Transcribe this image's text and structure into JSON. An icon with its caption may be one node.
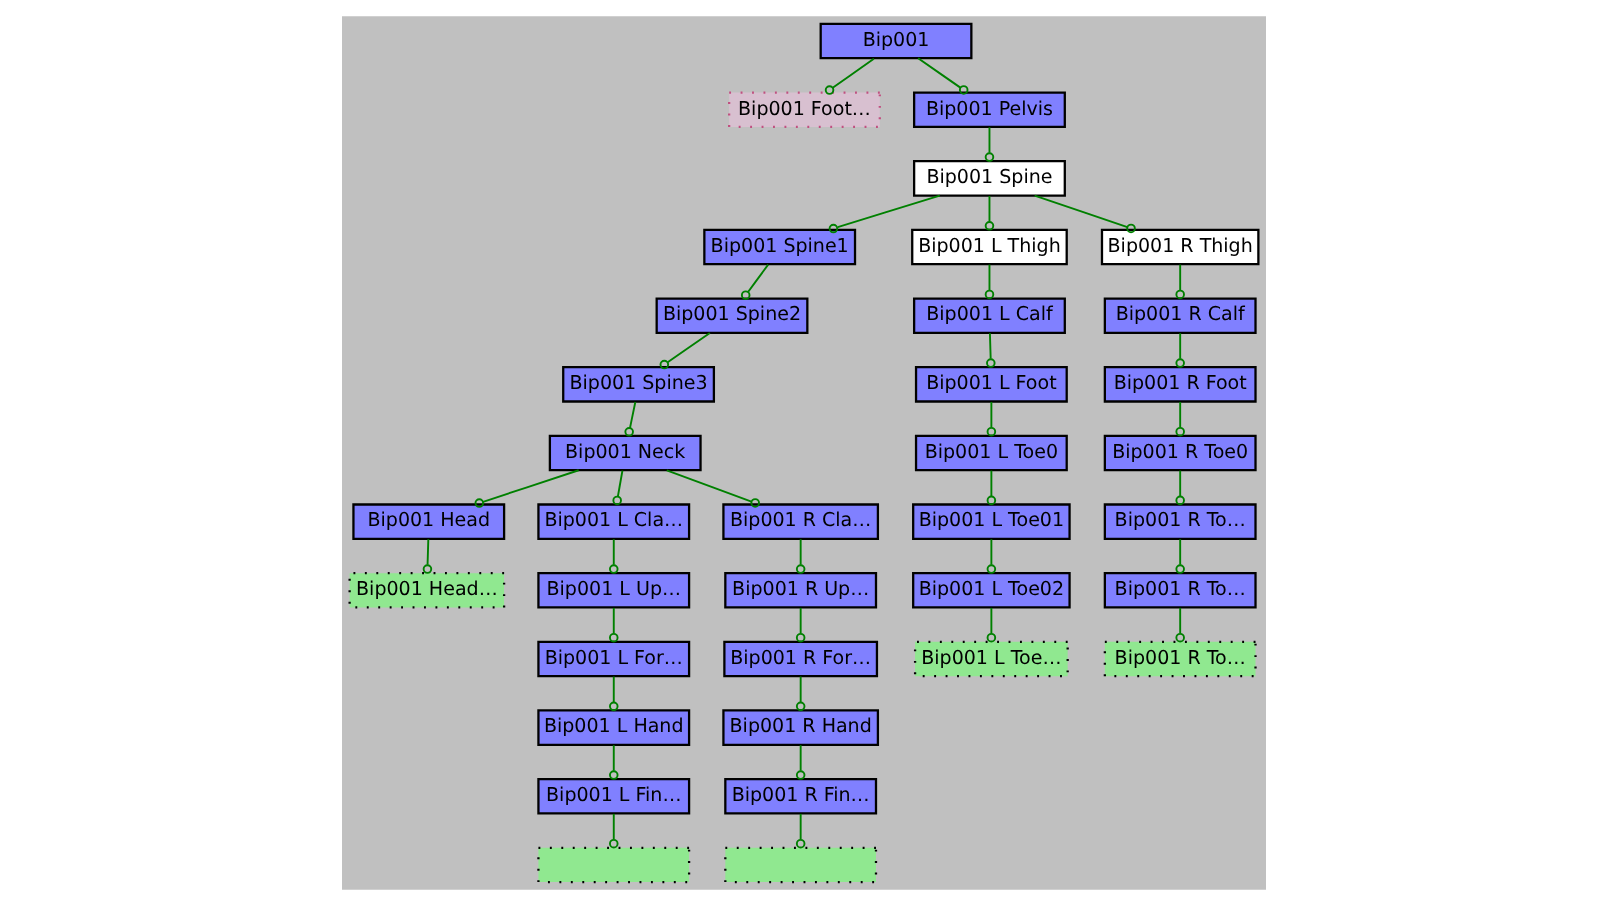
{
  "diagram": {
    "nodes": [
      {
        "text": [
          "Bip001"
        ]
      },
      {
        "text": [
          "Bip001 Foot…"
        ]
      },
      {
        "text": [
          "Bip001 Pelvis"
        ]
      },
      {
        "text": [
          "Bip001 Spine"
        ]
      },
      {
        "text": [
          "Bip001 Spine1"
        ]
      },
      {
        "text": [
          "Bip001 L Thigh"
        ]
      },
      {
        "text": [
          "Bip001 R Thigh"
        ]
      },
      {
        "text": [
          "Bip001 Spine2"
        ]
      },
      {
        "text": [
          "Bip001 L Calf"
        ]
      },
      {
        "text": [
          "Bip001 R Calf"
        ]
      },
      {
        "text": [
          "Bip001 Spine3"
        ]
      },
      {
        "text": [
          "Bip001 L Foot"
        ]
      },
      {
        "text": [
          "Bip001 R Foot"
        ]
      },
      {
        "text": [
          "Bip001 Neck"
        ]
      },
      {
        "text": [
          "Bip001 L Toe0"
        ]
      },
      {
        "text": [
          "Bip001 R Toe0"
        ]
      },
      {
        "text": [
          "Bip001 Head"
        ]
      },
      {
        "text": [
          "Bip001 L Cla…"
        ]
      },
      {
        "text": [
          "Bip001 R Cla…"
        ]
      },
      {
        "text": [
          "Bip001 L Toe01"
        ]
      },
      {
        "text": [
          "Bip001 R To…"
        ]
      },
      {
        "text": [
          "Bip001 Head…"
        ]
      },
      {
        "text": [
          "Bip001 L Up…"
        ]
      },
      {
        "text": [
          "Bip001 R Up…"
        ]
      },
      {
        "text": [
          "Bip001 L Toe02"
        ]
      },
      {
        "text": [
          "Bip001 R To…"
        ]
      },
      {
        "text": [
          "Bip001 L For…"
        ]
      },
      {
        "text": [
          "Bip001 R For…"
        ]
      },
      {
        "text": [
          "Bip001 L Toe…"
        ]
      },
      {
        "text": [
          "Bip001 R To…"
        ]
      },
      {
        "text": [
          "Bip001 L Hand"
        ]
      },
      {
        "text": [
          "Bip001 R Hand"
        ]
      },
      {
        "text": [
          "Bip001 L Fin…"
        ]
      },
      {
        "text": [
          "Bip001 R Fin…"
        ]
      },
      {
        "text": [],
        "shape": "box"
      },
      {
        "text": [],
        "shape": "box"
      }
    ],
    "edges": [
      {
        "from": 0,
        "to": 1,
        "arrow": "other"
      },
      {
        "from": 0,
        "to": 2,
        "arrow": "other"
      },
      {
        "from": 2,
        "to": 3,
        "arrow": "other"
      },
      {
        "from": 3,
        "to": 4,
        "arrow": "other"
      },
      {
        "from": 3,
        "to": 5,
        "arrow": "other"
      },
      {
        "from": 3,
        "to": 6,
        "arrow": "other"
      },
      {
        "from": 4,
        "to": 7,
        "arrow": "other"
      },
      {
        "from": 7,
        "to": 10,
        "arrow": "other"
      },
      {
        "from": 10,
        "to": 13,
        "arrow": "other"
      },
      {
        "from": 13,
        "to": 16,
        "arrow": "other"
      },
      {
        "from": 13,
        "to": 17,
        "arrow": "other"
      },
      {
        "from": 13,
        "to": 18,
        "arrow": "other"
      },
      {
        "from": 16,
        "to": 21,
        "arrow": "other"
      },
      {
        "from": 17,
        "to": 22,
        "arrow": "other"
      },
      {
        "from": 22,
        "to": 26,
        "arrow": "other"
      },
      {
        "from": 26,
        "to": 30,
        "arrow": "other"
      },
      {
        "from": 30,
        "to": 32,
        "arrow": "other"
      },
      {
        "from": 32,
        "to": 34,
        "arrow": "other"
      },
      {
        "from": 18,
        "to": 23,
        "arrow": "other"
      },
      {
        "from": 23,
        "to": 27,
        "arrow": "other"
      },
      {
        "from": 27,
        "to": 31,
        "arrow": "other"
      },
      {
        "from": 31,
        "to": 33,
        "arrow": "other"
      },
      {
        "from": 33,
        "to": 35,
        "arrow": "other"
      },
      {
        "from": 5,
        "to": 8,
        "arrow": "other"
      },
      {
        "from": 8,
        "to": 11,
        "arrow": "other"
      },
      {
        "from": 11,
        "to": 14,
        "arrow": "other"
      },
      {
        "from": 14,
        "to": 19,
        "arrow": "other"
      },
      {
        "from": 19,
        "to": 24,
        "arrow": "other"
      },
      {
        "from": 24,
        "to": 28,
        "arrow": "other"
      },
      {
        "from": 6,
        "to": 9,
        "arrow": "other"
      },
      {
        "from": 9,
        "to": 12,
        "arrow": "other"
      },
      {
        "from": 12,
        "to": 15,
        "arrow": "other"
      },
      {
        "from": 15,
        "to": 20,
        "arrow": "other"
      },
      {
        "from": 20,
        "to": 25,
        "arrow": "other"
      },
      {
        "from": 25,
        "to": 29,
        "arrow": "other"
      }
    ]
  }
}
